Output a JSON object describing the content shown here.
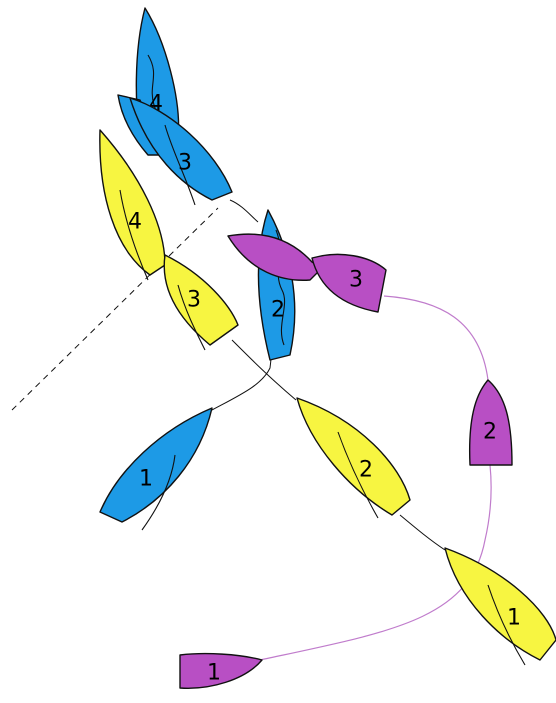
{
  "colors": {
    "blue_boat": "#1d9ae6",
    "yellow_boat": "#f7f541",
    "purple_boat": "#b84fc4",
    "purple_track": "#c07ccc",
    "outline": "#111111"
  },
  "boats": {
    "blue": [
      "1",
      "2",
      "3",
      "4"
    ],
    "yellow": [
      "1",
      "2",
      "3",
      "4"
    ],
    "purple": [
      "1",
      "2",
      "3"
    ]
  }
}
